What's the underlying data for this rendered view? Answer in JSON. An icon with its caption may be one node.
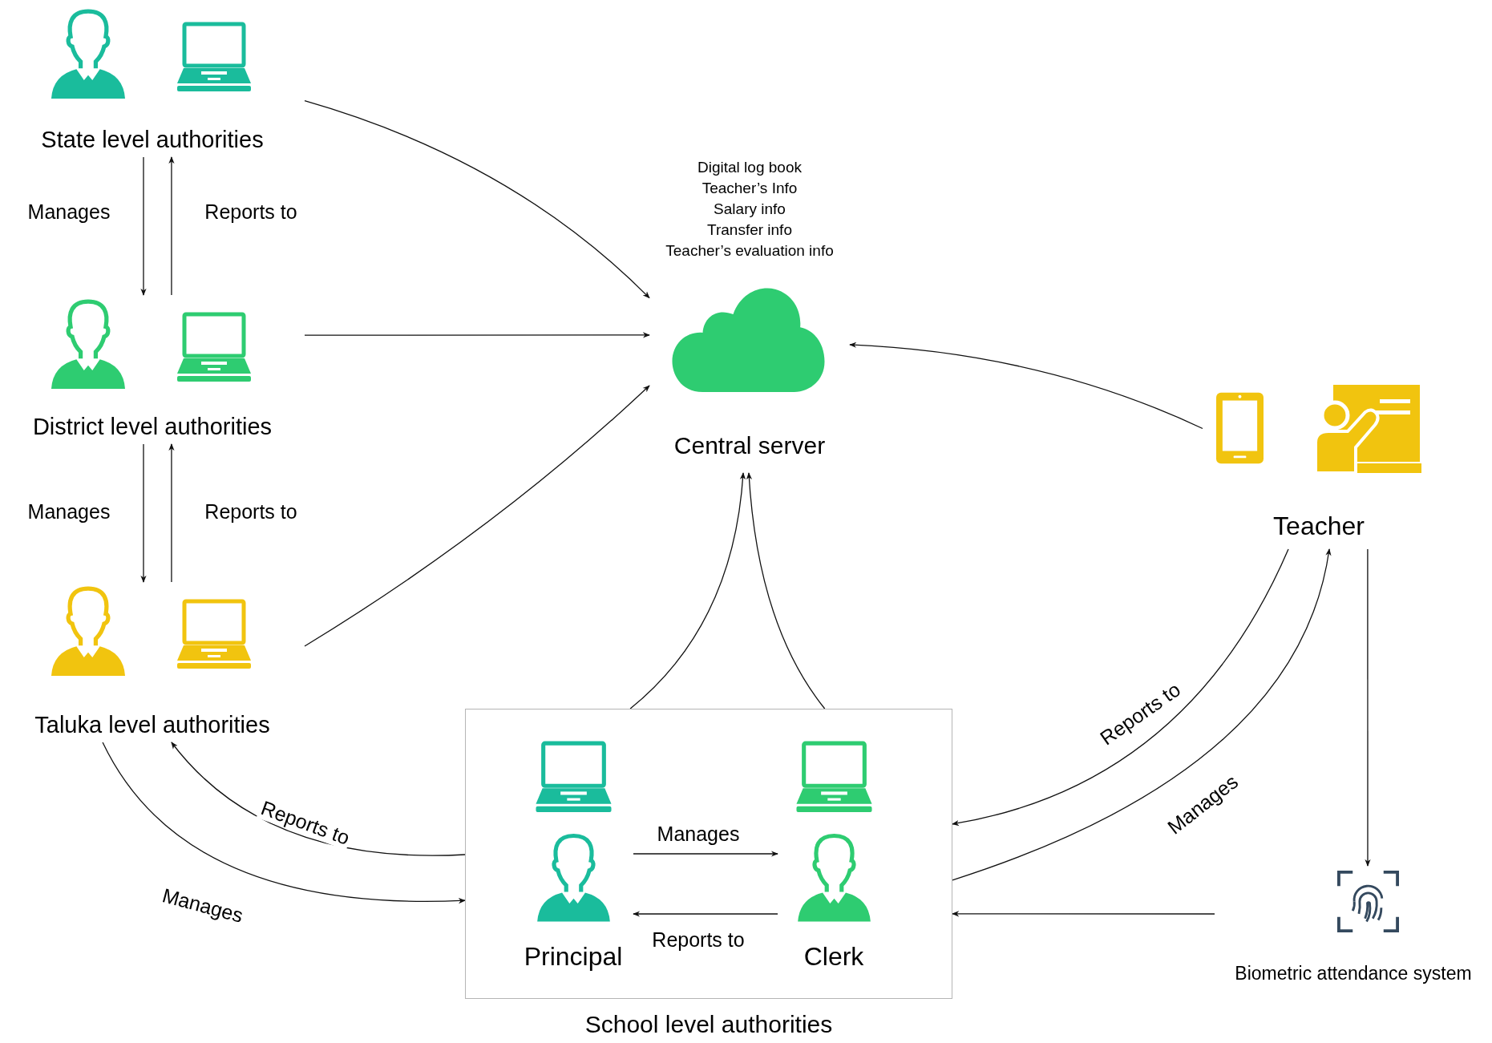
{
  "diagram": {
    "nodes": [
      {
        "text": [
          "State level authorities"
        ]
      },
      {
        "text": [
          "District level authorities"
        ]
      },
      {
        "text": [
          "Taluka level authorities"
        ]
      },
      {
        "text": [
          "Central server"
        ],
        "beside": [
          "Digital log book",
          "Teacher’s Info",
          "Salary info",
          "Transfer info",
          "Teacher’s evaluation info"
        ]
      },
      {
        "text": [
          "Teacher"
        ]
      },
      {
        "text": [
          "School level authorities"
        ]
      },
      {
        "text": [
          "Principal"
        ],
        "in": 5
      },
      {
        "text": [
          "Clerk"
        ],
        "in": 5
      },
      {
        "text": [
          "Biometric attendance system"
        ]
      }
    ],
    "edges": [
      {
        "from": 0,
        "to": 1,
        "label": "Manages",
        "arrow": "to"
      },
      {
        "from": 1,
        "to": 0,
        "label": "Reports to",
        "arrow": "to"
      },
      {
        "from": 1,
        "to": 2,
        "label": "Manages",
        "arrow": "to"
      },
      {
        "from": 2,
        "to": 1,
        "label": "Reports to",
        "arrow": "to"
      },
      {
        "from": 0,
        "to": 3,
        "arrow": "to"
      },
      {
        "from": 1,
        "to": 3,
        "arrow": "to"
      },
      {
        "from": 2,
        "to": 3,
        "arrow": "to"
      },
      {
        "from": 4,
        "to": 3,
        "arrow": "to"
      },
      {
        "from": 5,
        "to": 3,
        "arrow": "to"
      },
      {
        "from": 5,
        "to": 3,
        "arrow": "to"
      },
      {
        "from": 5,
        "to": 2,
        "label": "Reports to",
        "arrow": "to"
      },
      {
        "from": 2,
        "to": 5,
        "label": "Manages",
        "arrow": "to"
      },
      {
        "from": 6,
        "to": 7,
        "label": "Manages",
        "arrow": "to"
      },
      {
        "from": 7,
        "to": 6,
        "label": "Reports to",
        "arrow": "to"
      },
      {
        "from": 4,
        "to": 5,
        "label": "Reports to",
        "arrow": "to"
      },
      {
        "from": 5,
        "to": 4,
        "label": "Manages",
        "arrow": "to"
      },
      {
        "from": 4,
        "to": 8,
        "arrow": "to"
      },
      {
        "from": 8,
        "to": 5,
        "arrow": "to"
      }
    ]
  }
}
